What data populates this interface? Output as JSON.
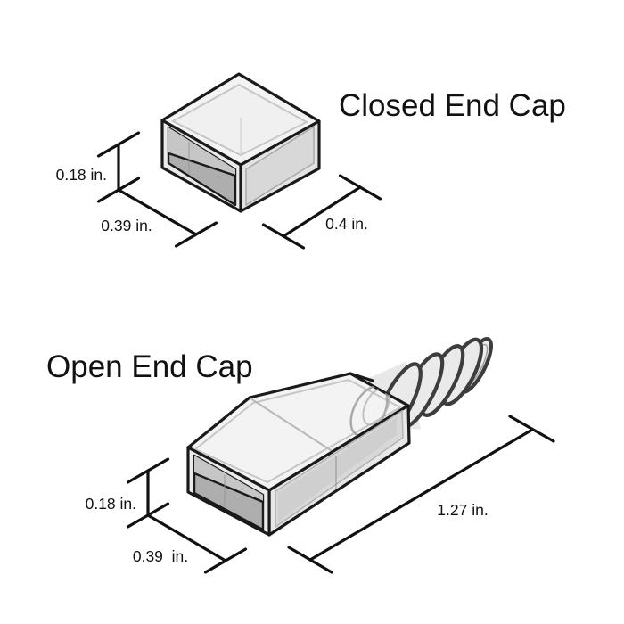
{
  "diagram": {
    "closed_cap": {
      "title": "Closed End Cap",
      "dim_height": "0.18 in.",
      "dim_width": "0.39 in.",
      "dim_depth": "0.4 in."
    },
    "open_cap": {
      "title": "Open End Cap",
      "dim_height": "0.18 in.",
      "dim_width": "0.39  in.",
      "dim_length": "1.27 in."
    }
  },
  "colors": {
    "background": "#ffffff",
    "ink": "#111111",
    "outline": "#1a1a1a",
    "face_light": "#f3f3f3",
    "face_top_inner": "#f0f0f0",
    "face_side": "#e3e3e3",
    "face_side_inner": "#d8d8d8",
    "interior_dark": "#aeaeae",
    "interior_mid": "#c6c6c6",
    "rim": "#ebebeb",
    "ring_fill": "#eaeaea",
    "ring_stroke": "#3d3d3d",
    "faint": "#c6c6c6"
  }
}
